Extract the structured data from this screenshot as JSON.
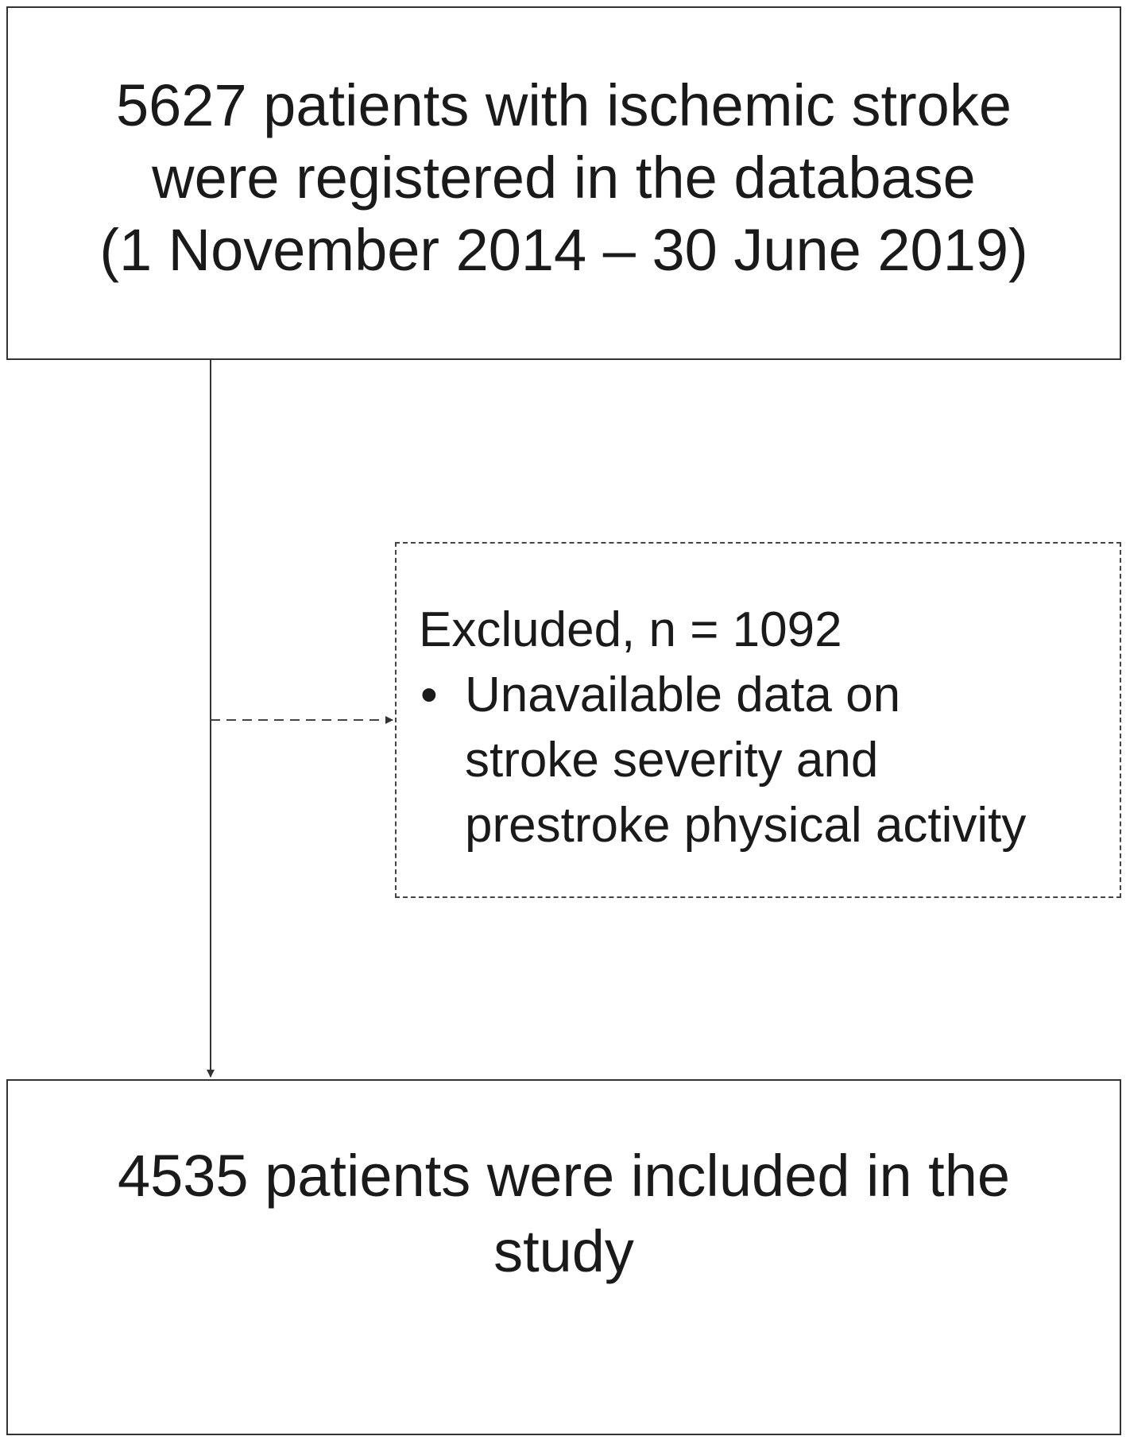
{
  "boxes": {
    "top": {
      "lines": [
        "5627 patients with ischemic stroke",
        "were registered in the database",
        "(1 November 2014 – 30 June 2019)"
      ]
    },
    "excluded": {
      "heading": "Excluded, n = 1092",
      "bullet": "•",
      "reason_lines": [
        "Unavailable data on",
        "stroke severity and",
        "prestroke physical activity"
      ]
    },
    "bottom": {
      "lines": [
        "4535 patients were included in the",
        "study"
      ]
    }
  },
  "colors": {
    "line": "#333333",
    "text": "#1a1a1a",
    "background": "#ffffff"
  }
}
